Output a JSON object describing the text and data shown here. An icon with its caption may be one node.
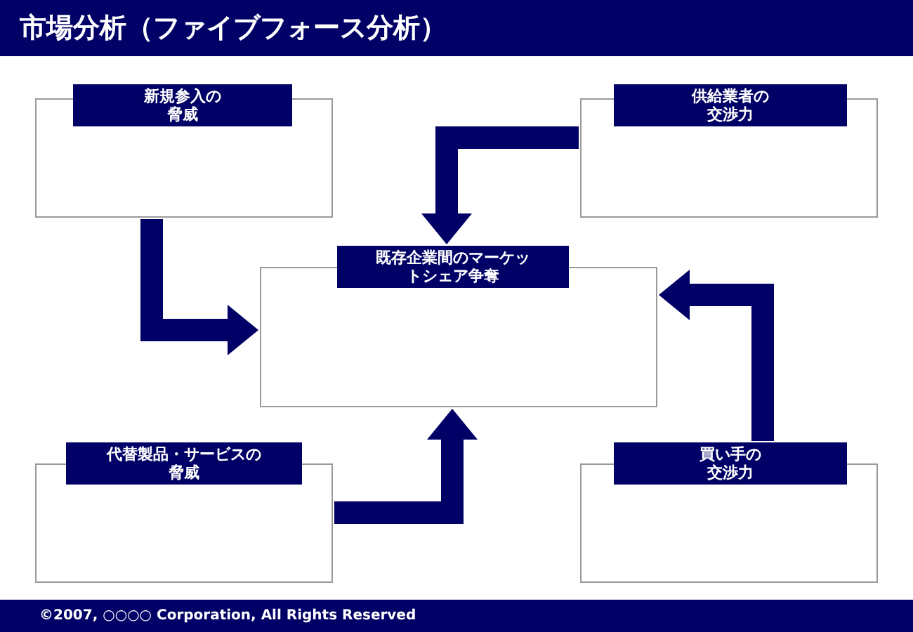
{
  "diagram": {
    "title": "市場分析（ファイブフォース分析）",
    "nodes": [
      {
        "text": [
          "新規参入の脅威"
        ]
      },
      {
        "text": [
          "供給業者の交渉力"
        ]
      },
      {
        "text": [
          "既存企業間のマーケットシェア争奪"
        ]
      },
      {
        "text": [
          "代替製品・サービスの脅威"
        ]
      },
      {
        "text": [
          "買い手の交渉力"
        ]
      }
    ],
    "edges": [
      {
        "from": 0,
        "to": 2,
        "arrow": "to"
      },
      {
        "from": 1,
        "to": 2,
        "arrow": "to"
      },
      {
        "from": 3,
        "to": 2,
        "arrow": "to"
      },
      {
        "from": 4,
        "to": 2,
        "arrow": "to"
      }
    ],
    "labels": [
      "©2007, ○○○○ Corporation, All Rights Reserved"
    ]
  }
}
